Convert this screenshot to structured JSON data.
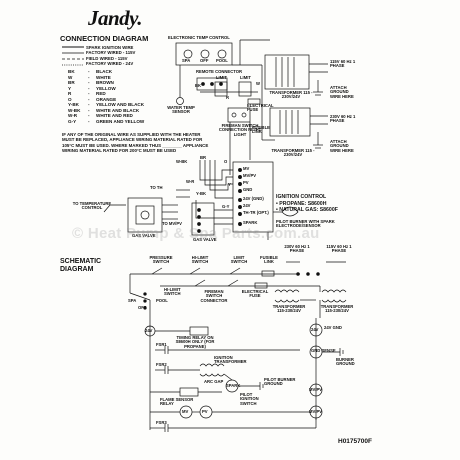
{
  "header": {
    "brand": "Jandy.",
    "title": "CONNECTION DIAGRAM"
  },
  "wire_key": [
    "SPARK IGNITION WIRE",
    "FACTORY WIRED - 115V",
    "FIELD WIRED - 115V",
    "FACTORY WIRED - 24V"
  ],
  "color_legend": [
    {
      "code": "BK",
      "name": "BLACK"
    },
    {
      "code": "W",
      "name": "WHITE"
    },
    {
      "code": "BR",
      "name": "BROWN"
    },
    {
      "code": "Y",
      "name": "YELLOW"
    },
    {
      "code": "R",
      "name": "RED"
    },
    {
      "code": "O",
      "name": "ORANGE"
    },
    {
      "code": "Y-BK",
      "name": "YELLOW AND BLACK"
    },
    {
      "code": "W-BK",
      "name": "WHITE AND BLACK"
    },
    {
      "code": "W-R",
      "name": "WHITE AND RED"
    },
    {
      "code": "G-Y",
      "name": "GREEN AND YELLOW"
    }
  ],
  "replacement_note": "IF ANY OF THE ORIGINAL WIRE AS SUPPLIED WITH THE HEATER MUST BE REPLACED, APPLIANCE WIRING MATERIAL RATED FOR 105°C MUST BE USED. WHERE MARKED THUS ________ APPLIANCE WIRING MATERIAL RATED FOR 200°C MUST BE USED",
  "connection_labels": {
    "electronic_temp_control": "ELECTRONIC TEMP CONTROL",
    "spa": "SPA",
    "off": "OFF",
    "pool": "POOL",
    "remote_connector": "REMOTE CONNECTOR",
    "limit1": "LIMIT",
    "limit2": "LIMIT",
    "water_temp_sensor": "WATER TEMP SENSOR",
    "fireman_switch": "FIREMAN SWITCH CONNECTION NIGHT LIGHT",
    "electrical_fuse": "ELECTRICAL FUSE",
    "fusible_link": "FUSIBLE LINK",
    "transformer_top": "TRANSFORMER 115 - 230V/24V",
    "transformer_mid": "TRANSFORMER 115 - 230V/24V",
    "attach_ground_1": "ATTACH GROUND WIRE HERE",
    "attach_ground_2": "ATTACH GROUND WIRE HERE",
    "supply_115": "115V 60 Hz 1 PHASE",
    "supply_230": "230V 60 Hz 1 PHASE",
    "to_temperature_control": "TO TEMPERATURE CONTROL",
    "to_th": "TO TH",
    "to_mv_pv": "TO MV/PV",
    "gas_valve_left": "GAS VALVE",
    "gas_valve_right": "GAS VALVE",
    "terminals": [
      "MV",
      "MV/PV",
      "PV",
      "GND",
      "24V (GND)",
      "24V",
      "TH-TR (OPT.)",
      "SPARK"
    ],
    "pilot_burner": "PILOT BURNER WITH SPARK ELECTRODE/SENSOR",
    "wire_codes": [
      "BK",
      "W",
      "BR",
      "R",
      "O",
      "Y",
      "Y-BK",
      "W-BK",
      "W-R",
      "G-Y"
    ]
  },
  "ignition_control": {
    "title": "IGNITION CONTROL",
    "propane": "• PROPANE: S8600H",
    "natural_gas": "• NATURAL GAS: S8600F"
  },
  "watermark": "© Heat Pump & Spa Parts.com.au",
  "schematic": {
    "title": "SCHEMATIC DIAGRAM",
    "pressure_switch": "PRESSURE SWITCH",
    "hi_limit_switch": "HI-LIMIT SWITCH",
    "limit_switch": "LIMIT SWITCH",
    "fusible_link": "FUSIBLE LINK",
    "supply_230": "230V 60 Hz 1 PHASE",
    "supply_115": "115V 60 Hz 1 PHASE",
    "hi_limit_switch_2": "HI-LIMIT SWITCH",
    "fireman_switch": "FIREMAN SWITCH CONNECTOR",
    "electrical_fuse": "ELECTRICAL FUSE",
    "transformer_1": "TRANSFORMER 115-230/24V",
    "transformer_2": "TRANSFORMER 115-230/24V",
    "spa": "SPA",
    "off": "OFF",
    "pool": "POOL",
    "timing_relay": "TIMING RELAY ON S8600H ONLY (FOR PROPANE)",
    "v24_a": "24V",
    "v24_b": "24V",
    "v24_gnd": "24V GND",
    "gnd_sense": "GND SENSE",
    "burner_ground": "BURNER GROUND",
    "fsr1": "FSR1",
    "fsr2": "FSR2",
    "fsr3": "FSR3",
    "ignition_transformer": "IGNITION TRANSFORMER",
    "arc_gap": "ARC GAP",
    "spark": "SPARK",
    "pilot_burner_ground": "PILOT BURNER GROUND",
    "pilot_ignition_switch": "PILOT IGNITION SWITCH",
    "flame_sensor_relay": "FLAME SENSOR RELAY",
    "mv_pv": "MV/PV",
    "mv": "MV",
    "pv": "PV"
  },
  "part_number": "H0175700F"
}
